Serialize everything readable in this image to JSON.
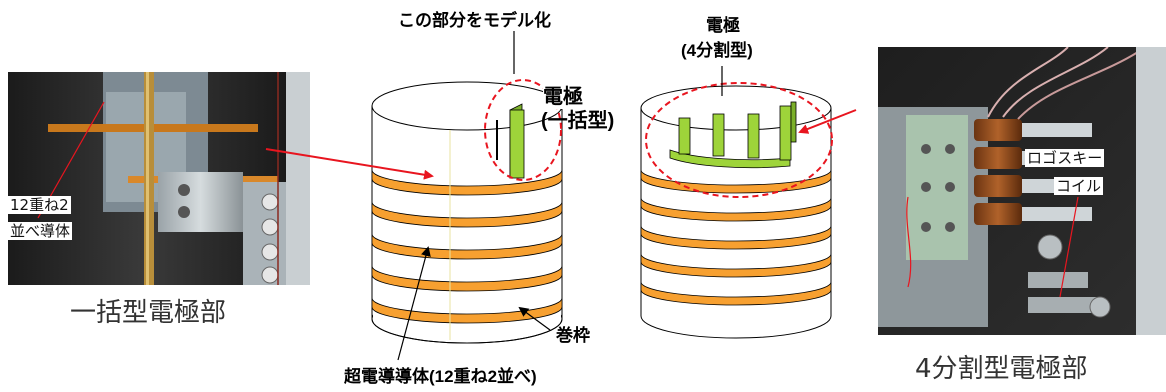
{
  "left_photo": {
    "annotation_line1": "12重ね2",
    "annotation_line2": "並べ導体",
    "caption": "一括型電極部"
  },
  "right_photo": {
    "annotation_line1": "ロゴスキー",
    "annotation_line2": "コイル",
    "caption": "4分割型電極部"
  },
  "diagram": {
    "model_label": "この部分をモデル化",
    "electrode_left_line1": "電極",
    "electrode_left_line2": "(一括型)",
    "electrode_right_line1": "電極",
    "electrode_right_line2": "(4分割型)",
    "bobbin_label": "巻枠",
    "conductor_label": "超電導導体(12重ね2並べ)"
  },
  "colors": {
    "orange_band": "#f7a030",
    "electrode_green": "#9ed43a",
    "arrow_red": "#e8151f",
    "dashed_circle": "#e8151f"
  }
}
